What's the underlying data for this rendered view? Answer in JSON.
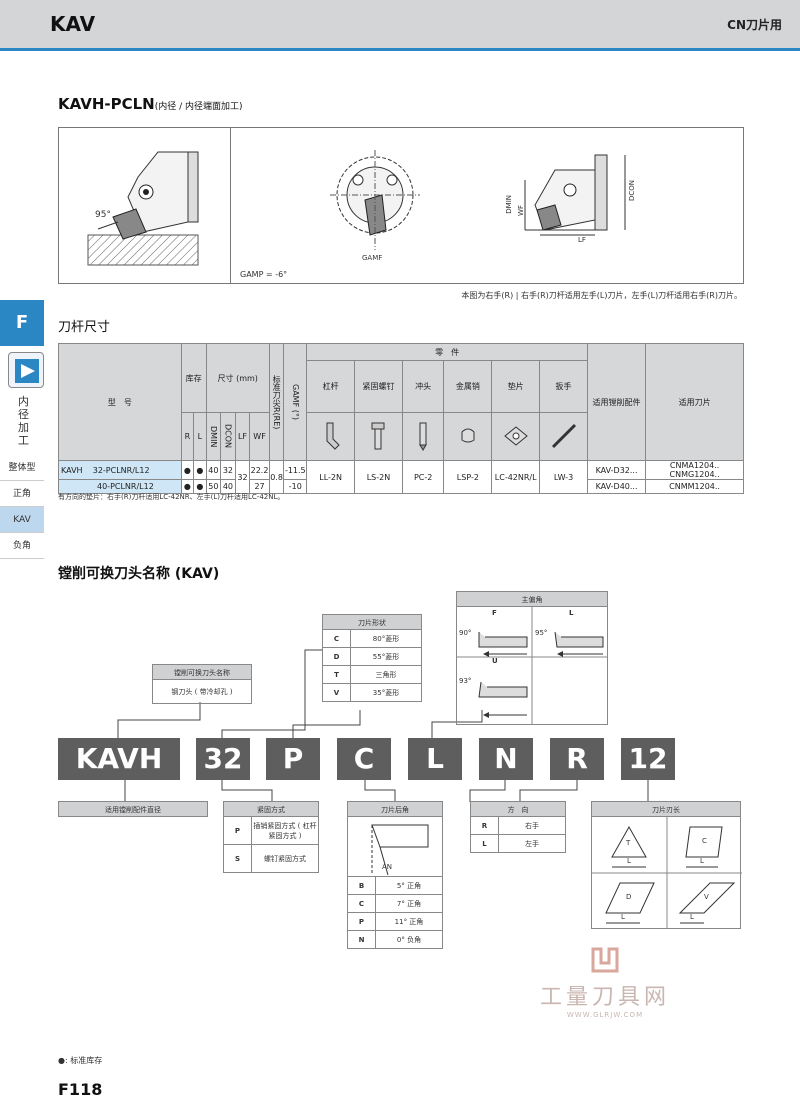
{
  "header": {
    "title": "KAV",
    "right": "CN刀片用"
  },
  "side": {
    "letter": "F",
    "label": "内径加工",
    "items": [
      "整体型",
      "正角",
      "KAV",
      "负角"
    ]
  },
  "section1": {
    "title": "KAVH-PCLN",
    "subtitle": "(内径 / 内径端面加工)"
  },
  "diagram": {
    "angle": "95°",
    "gamp": "GAMP = -6°",
    "gamf": "GAMF",
    "dmin": "DMIN",
    "wf": "WF",
    "lf": "LF",
    "dcon": "DCON",
    "note": "本图为右手(R) | 右手(R)刀杆适用左手(L)刀片，左手(L)刀杆适用右手(R)刀片。"
  },
  "section2": {
    "title": "刀杆尺寸"
  },
  "table": {
    "h_model": "型　号",
    "h_stock": "库存",
    "h_dims": "尺寸 (mm)",
    "h_re": "标准刀尖R(RE)",
    "h_gamf": "GAMF (°)",
    "h_parts": "零　件",
    "h_bush": "适用镗削配件",
    "h_insert": "适用刀片",
    "h_r": "R",
    "h_l": "L",
    "h_dmin": "DMIN",
    "h_dcon": "DCON",
    "h_lf": "LF",
    "h_wf": "WF",
    "parts": [
      "杠杆",
      "紧固螺钉",
      "冲头",
      "金属销",
      "垫片",
      "扳手"
    ],
    "rows": [
      {
        "series": "KAVH",
        "model": "32-PCLNR/L12",
        "r": "●",
        "l": "●",
        "dmin": "40",
        "dcon": "32",
        "wf": "22.2",
        "gamf": "-11.5",
        "bush": "KAV-D32...",
        "insert": "CNMA1204..  CNMG1204.."
      },
      {
        "series": "",
        "model": "40-PCLNR/L12",
        "r": "●",
        "l": "●",
        "dmin": "50",
        "dcon": "40",
        "wf": "27",
        "gamf": "-10",
        "bush": "KAV-D40...",
        "insert": "CNMM1204.."
      }
    ],
    "lf": "32",
    "re": "0.8",
    "part_codes": [
      "LL-2N",
      "LS-2N",
      "PC-2",
      "LSP-2",
      "LC-42NR/L",
      "LW-3"
    ],
    "note": "有方向的垫片：右手(R)刀杆适用LC-42NR、左手(L)刀杆适用LC-42NL。"
  },
  "section3": {
    "title": "镗削可换刀头名称 (KAV)"
  },
  "codes": [
    "KAVH",
    "32",
    "P",
    "C",
    "L",
    "N",
    "R",
    "12"
  ],
  "name_box": {
    "head": "镗削可换刀头名称",
    "value": "钢刀头 ( 带冷却孔 )"
  },
  "shape_box": {
    "head": "刀片形状",
    "rows": [
      {
        "k": "C",
        "v": "80°菱形"
      },
      {
        "k": "D",
        "v": "55°菱形"
      },
      {
        "k": "T",
        "v": "三角形"
      },
      {
        "k": "V",
        "v": "35°菱形"
      }
    ]
  },
  "lead_box": {
    "head": "主偏角",
    "f": "F",
    "l": "L",
    "u": "U",
    "a90": "90°",
    "a95": "95°",
    "a93": "93°"
  },
  "dia_box": {
    "head": "适用镗削配件直径"
  },
  "clamp_box": {
    "head": "紧固方式",
    "rows": [
      {
        "k": "P",
        "v": "插销紧固方式 ( 杠杆紧固方式 )"
      },
      {
        "k": "S",
        "v": "螺钉紧固方式"
      }
    ]
  },
  "clear_box": {
    "head": "刀片后角",
    "an": "AN",
    "rows": [
      {
        "k": "B",
        "v": "5° 正角"
      },
      {
        "k": "C",
        "v": "7° 正角"
      },
      {
        "k": "P",
        "v": "11° 正角"
      },
      {
        "k": "N",
        "v": "0° 负角"
      }
    ]
  },
  "dir_box": {
    "head": "方　向",
    "rows": [
      {
        "k": "R",
        "v": "右手"
      },
      {
        "k": "L",
        "v": "左手"
      }
    ]
  },
  "len_box": {
    "head": "刀片刃长",
    "t": "T",
    "c": "C",
    "d": "D",
    "v": "V",
    "l": "L"
  },
  "watermark": {
    "cn": "工量刀具网",
    "url": "WWW.GLRJW.COM"
  },
  "footer": {
    "note": "●: 标准库存",
    "page": "F118"
  }
}
